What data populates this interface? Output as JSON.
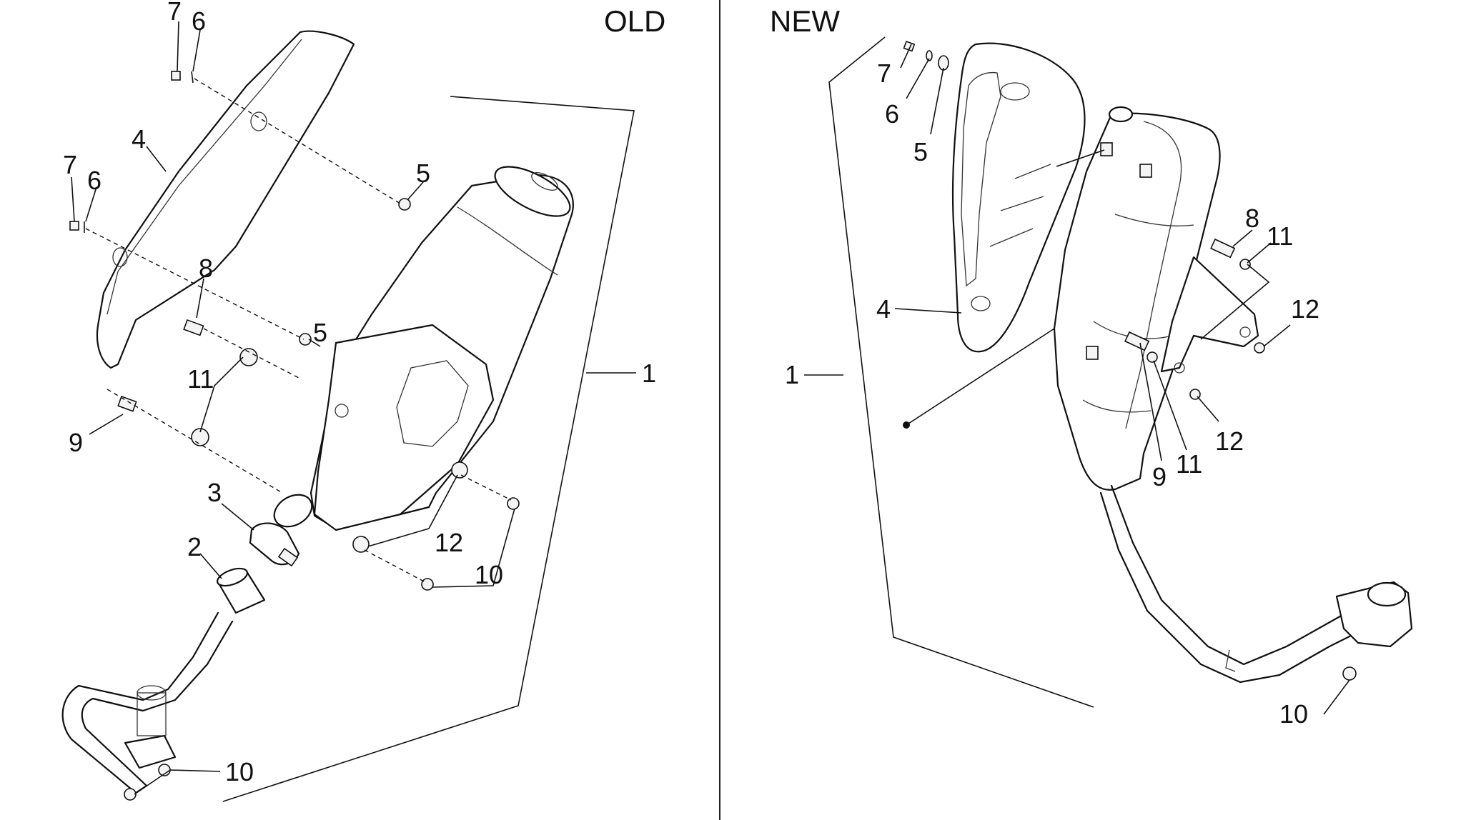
{
  "sections": {
    "old": {
      "heading": "OLD"
    },
    "new": {
      "heading": "NEW"
    }
  },
  "callouts": {
    "old": {
      "c7a": "7",
      "c6a": "6",
      "c4": "4",
      "c7b": "7",
      "c6b": "6",
      "c5a": "5",
      "c8": "8",
      "c5b": "5",
      "c11": "11",
      "c9": "9",
      "c3": "3",
      "c2": "2",
      "c12": "12",
      "c10a": "10",
      "c10b": "10",
      "c1": "1"
    },
    "new": {
      "c7": "7",
      "c6": "6",
      "c5": "5",
      "c4": "4",
      "c1": "1",
      "c8": "8",
      "c11a": "11",
      "c12a": "12",
      "c12b": "12",
      "c9": "9",
      "c11b": "11",
      "c10": "10"
    }
  }
}
